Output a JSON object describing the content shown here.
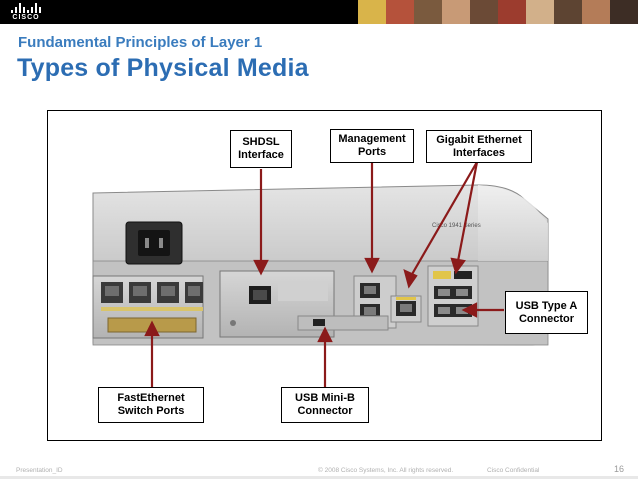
{
  "header": {
    "logo_text": "CISCO"
  },
  "slide": {
    "subtitle": "Fundamental Principles of Layer 1",
    "title": "Types of Physical Media"
  },
  "figure": {
    "callouts": {
      "shdsl": "SHDSL\nInterface",
      "management": "Management\nPorts",
      "gigabit": "Gigabit Ethernet\nInterfaces",
      "usb_type_a": "USB Type A\nConnector",
      "fastethernet": "FastEthernet\nSwitch Ports",
      "usb_mini_b": "USB Mini-B\nConnector"
    },
    "device_label": "Cisco 1941 Series"
  },
  "footer": {
    "left": "Presentation_ID",
    "center": "© 2008 Cisco Systems, Inc. All rights reserved.",
    "confidential": "Cisco Confidential",
    "page_number": "16"
  },
  "colors": {
    "title_blue": "#2c6db3",
    "arrow_red": "#8b1a1a",
    "banner_black": "#000000"
  }
}
